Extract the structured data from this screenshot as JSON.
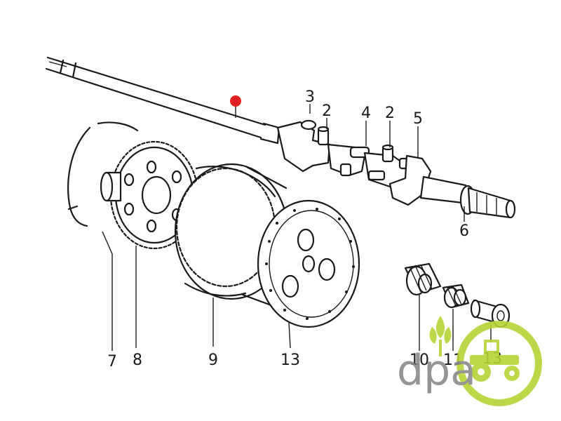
{
  "diagram": {
    "callouts": [
      "3",
      "2",
      "4",
      "2",
      "5",
      "6",
      "7",
      "8",
      "9",
      "13",
      "10",
      "11",
      "13"
    ],
    "marker_color": "#e02020"
  },
  "logo": {
    "text": "dpa",
    "text_color": "#8a8a8a",
    "accent_color": "#b5d334"
  }
}
